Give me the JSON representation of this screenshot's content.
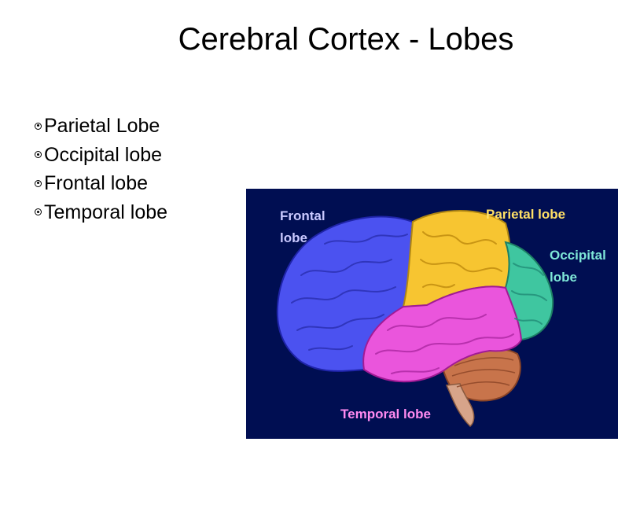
{
  "slide": {
    "title": "Cerebral Cortex - Lobes"
  },
  "bullets": [
    "Parietal Lobe",
    "Occipital lobe",
    "Frontal lobe",
    "Temporal lobe"
  ],
  "figure": {
    "labels": {
      "frontal_line1": "Frontal",
      "frontal_line2": "lobe",
      "parietal": "Parietal lobe",
      "occipital_line1": "Occipital",
      "occipital_line2": "lobe",
      "temporal": "Temporal lobe"
    },
    "colors": {
      "background": "#000e52",
      "frontal": "#4b52f0",
      "parietal": "#f7c531",
      "occipital": "#3fc6a0",
      "temporal": "#ea55dc",
      "cerebellum": "#c8744b",
      "frontal_label": "#c9c9ff",
      "parietal_label": "#ffe066",
      "occipital_label": "#7fe8d8",
      "temporal_label": "#ff8af0"
    }
  }
}
